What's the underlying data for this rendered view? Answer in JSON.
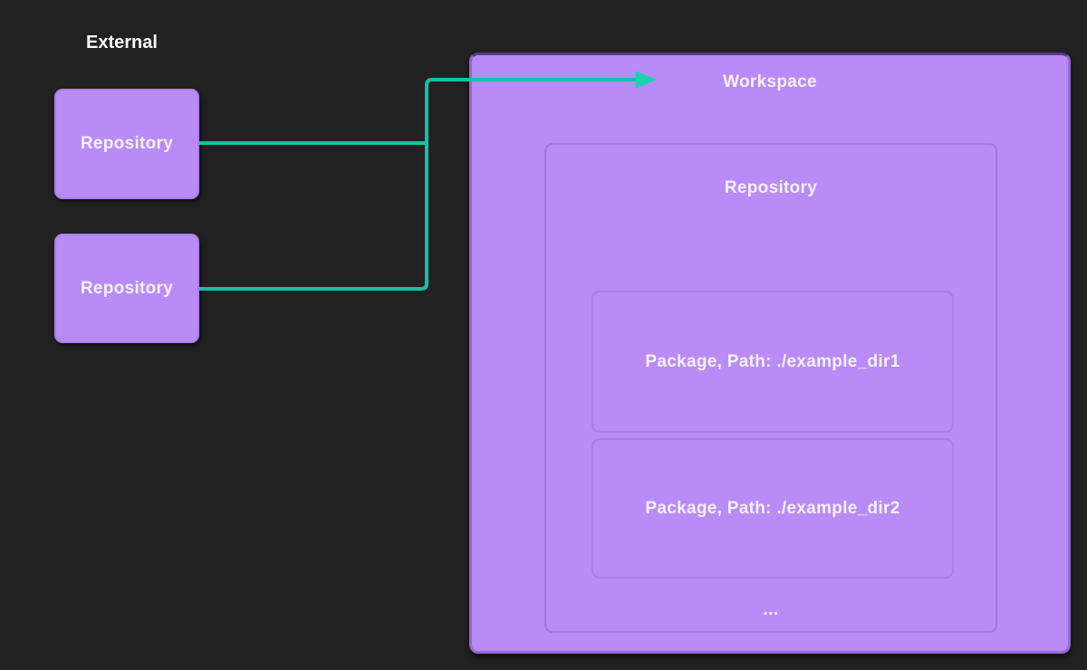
{
  "palette": {
    "background": "#212121",
    "node_fill": "#b88bf6",
    "node_border": "#a97fe8",
    "connector": "#19bfa5",
    "arrowhead": "#1fd0ae",
    "text": "#f6f1fb"
  },
  "external": {
    "label": "External",
    "repositories": [
      {
        "label": "Repository"
      },
      {
        "label": "Repository"
      }
    ]
  },
  "workspace": {
    "title": "Workspace",
    "repository": {
      "title": "Repository",
      "packages": [
        {
          "label": "Package, Path: ./example_dir1"
        },
        {
          "label": "Package, Path: ./example_dir2"
        }
      ],
      "more_indicator": "..."
    }
  }
}
